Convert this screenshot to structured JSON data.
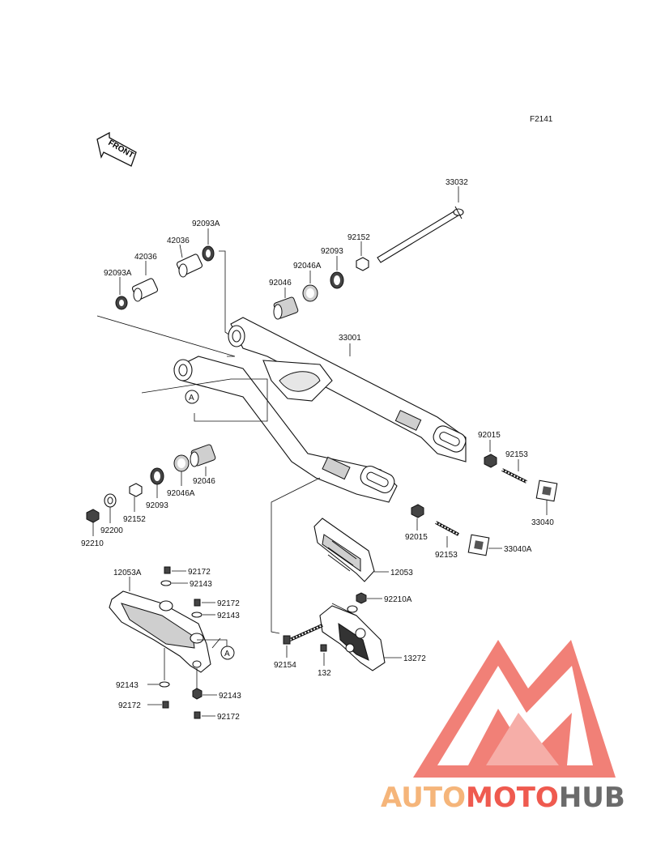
{
  "diagram_code": "F2141",
  "front_label": "FRONT",
  "callout_ref": "A",
  "parts": {
    "p33032": "33032",
    "p92152_top": "92152",
    "p92093_top": "92093",
    "p92046A_top": "92046A",
    "p92046_top": "92046",
    "p92093A_top": "92093A",
    "p42036_top": "42036",
    "p42036_left": "42036",
    "p92093A_left": "92093A",
    "p33001": "33001",
    "p92015_right": "92015",
    "p92153_right": "92153",
    "p33040": "33040",
    "p92015_mid": "92015",
    "p92153_mid": "92153",
    "p33040A": "33040A",
    "p12053": "12053",
    "p92046_bottom": "92046",
    "p92046A_bottom": "92046A",
    "p92093_bottom": "92093",
    "p92152_bottom": "92152",
    "p92200": "92200",
    "p92210": "92210",
    "p12053A": "12053A",
    "p92172_a": "92172",
    "p92143_a": "92143",
    "p92172_b": "92172",
    "p92143_b": "92143",
    "p92143_c": "92143",
    "p92172_c": "92172",
    "p92143_d": "92143",
    "p92172_d": "92172",
    "p92210A": "92210A",
    "p13272": "13272",
    "p92154": "92154",
    "p132": "132"
  },
  "watermark": {
    "word_part1": "AUTO",
    "word_part2": "MOTO",
    "word_part3": "HUB",
    "color_orange": "#f5b57a",
    "color_red": "#ef5a4f",
    "color_gray": "#6b6b6b"
  }
}
